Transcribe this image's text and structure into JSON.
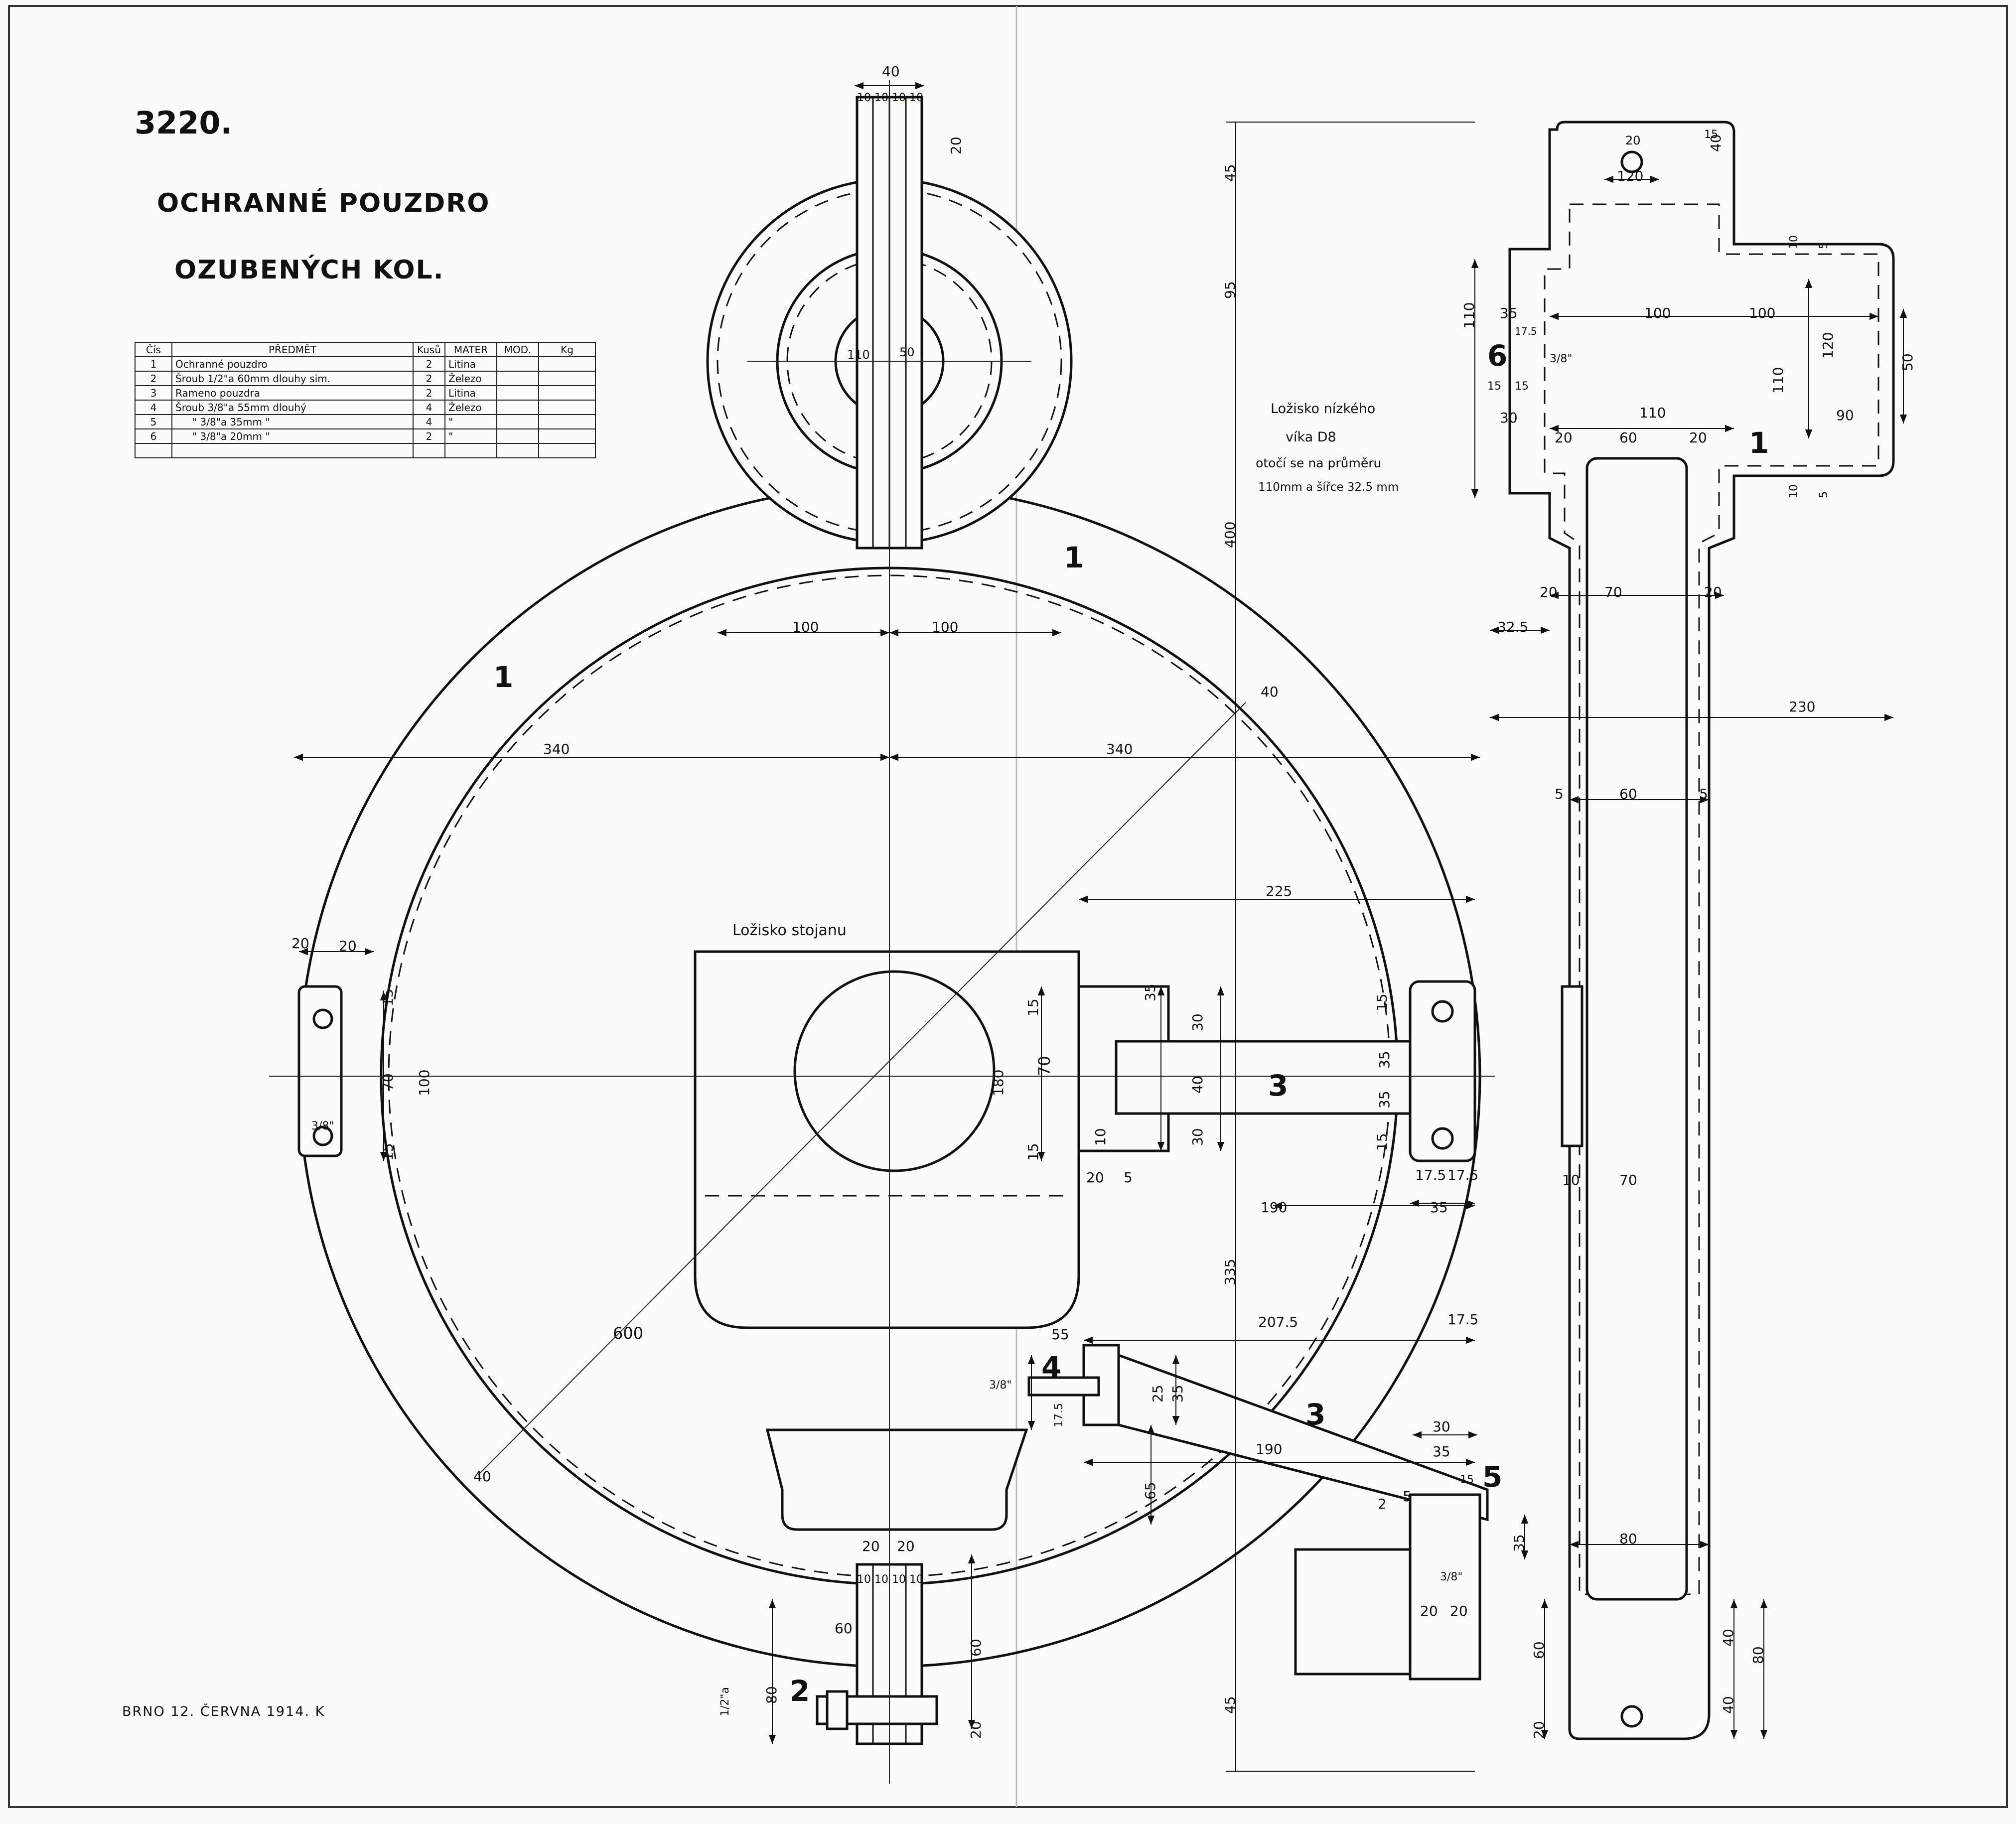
{
  "header": {
    "number": "3220.",
    "title_line1": "OCHRANNÉ POUZDRO",
    "title_line2": "OZUBENÝCH KOL."
  },
  "parts_table": {
    "headers": [
      "Čís",
      "PŘEDMĚT",
      "Kusů",
      "MATER",
      "MOD.",
      "Kg"
    ],
    "rows": [
      {
        "no": "1",
        "name": "Ochranné pouzdro",
        "qty": "2",
        "material": "Litina"
      },
      {
        "no": "2",
        "name": "Šroub 1/2\"a 60mm dlouhy sim.",
        "qty": "2",
        "material": "Železo"
      },
      {
        "no": "3",
        "name": "Rameno pouzdra",
        "qty": "2",
        "material": "Litina"
      },
      {
        "no": "4",
        "name": "Šroub 3/8\"a 55mm dlouhý",
        "qty": "4",
        "material": "Železo"
      },
      {
        "no": "5",
        "name": "\" 3/8\"a 35mm \"",
        "qty": "4",
        "material": "\""
      },
      {
        "no": "6",
        "name": "\" 3/8\"a 20mm \"",
        "qty": "2",
        "material": "\""
      }
    ]
  },
  "notes": {
    "bearing_stand": "Ložisko stojanu",
    "bearing_cover_1": "Ložisko nízkého",
    "bearing_cover_2": "víka D8",
    "bearing_cover_3": "otočí se na průměru",
    "bearing_cover_4": "110mm a šířce 32.5 mm",
    "signature": "BRNO 12. ČERVNA 1914. K"
  },
  "part_markers": {
    "p1a": "1",
    "p1b": "1",
    "p1c": "1",
    "p2": "2",
    "p3a": "3",
    "p3b": "3",
    "p4": "4",
    "p5": "5",
    "p6": "6"
  },
  "dimensions": {
    "d40_top": "40",
    "d10a": "10",
    "d10b": "10",
    "d10c": "10",
    "d10d": "10",
    "d20_top": "20",
    "d45_top": "45",
    "d95": "95",
    "d400": "400",
    "d100_left": "100",
    "d100_right": "100",
    "d340_left": "340",
    "d340_right": "340",
    "d40_diag": "40",
    "d600": "600",
    "d40_diag2": "40",
    "d225": "225",
    "d35_a": "35",
    "d30_a": "30",
    "d70_a": "70",
    "d40_a": "40",
    "d30_b": "30",
    "d35_b": "35",
    "d35_c": "35",
    "d15_a": "15",
    "d15_b": "15",
    "d15_c": "15",
    "d15_d": "15",
    "d70_b": "70",
    "d100_c": "100",
    "d15_e": "15",
    "d15_f": "15",
    "d20_l1": "20",
    "d20_l2": "20",
    "d180": "180",
    "d10_e": "10",
    "d20_e": "20",
    "d5_e": "5",
    "d190_a": "190",
    "d175_a": "17.5",
    "d175_b": "17.5",
    "d35_d": "35",
    "d335": "335",
    "d2075": "207.5",
    "d175_c": "17.5",
    "d55": "55",
    "d25": "25",
    "d35_e": "35",
    "d175_d": "17.5",
    "d65": "65",
    "d190_b": "190",
    "d30_c": "30",
    "d35_f": "35",
    "d2": "2",
    "d5_f": "5",
    "d15_g": "15",
    "d35_g": "35",
    "d20_f": "20",
    "d20_g": "20",
    "d20_bot_a": "20",
    "d20_bot_b": "20",
    "d10_f": "10",
    "d10_g": "10",
    "d10_h": "10",
    "d10_i": "10",
    "d60_a": "60",
    "d60_b": "60",
    "d80_b": "80",
    "d20_bot": "20",
    "d45_bot": "45",
    "d110_c": "110",
    "d50": "50",
    "r_d120": "120",
    "r_d20": "20",
    "r_d40": "40",
    "r_d15": "15",
    "r_d35": "35",
    "r_d100a": "100",
    "r_d100b": "100",
    "r_d110a": "110",
    "r_d120b": "120",
    "r_d110b": "110",
    "r_d90": "90",
    "r_d30": "30",
    "r_d20a": "20",
    "r_d60": "60",
    "r_d20b": "20",
    "r_d70": "70",
    "r_d20c": "20",
    "r_d20d": "20",
    "r_d325": "32.5",
    "r_d230": "230",
    "r_d5a": "5",
    "r_d60b": "60",
    "r_d5b": "5",
    "r_d10": "10",
    "r_d70b": "70",
    "r_d80": "80",
    "r_d60c": "60",
    "r_d40b": "40",
    "r_d80b": "80",
    "r_d40c": "40",
    "r_d20e": "20",
    "r_d15a": "15",
    "r_d15b": "15",
    "r_d10a": "10",
    "r_d10b": "10",
    "r_d5c": "5",
    "r_d5d": "5",
    "r_d50": "50",
    "r_d175": "17.5",
    "r_d38": "3/8\"",
    "d38_a": "3/8\"",
    "d38_b": "3/8\"",
    "d38_c": "3/8\"",
    "d12": "1/2\"a"
  }
}
